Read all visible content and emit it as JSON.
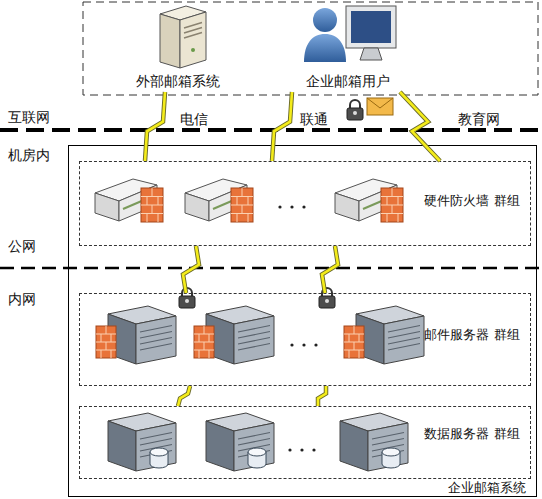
{
  "diagram": {
    "nodes": [
      {
        "text": [
          "外部邮箱系统"
        ]
      },
      {
        "text": [
          "企业邮箱用户"
        ]
      },
      {
        "text": [
          "企业邮箱系统"
        ]
      },
      {
        "text": [
          "硬件防火墙 群组"
        ],
        "in": 2
      },
      {
        "text": [
          "邮件服务器 群组"
        ],
        "in": 2
      },
      {
        "text": [
          "数据服务器 群组"
        ],
        "in": 2
      }
    ],
    "edges": [
      {
        "from": 0,
        "to": 3,
        "label": "电信",
        "arrow": "none"
      },
      {
        "from": 1,
        "to": 3,
        "label": "联通",
        "arrow": "none"
      },
      {
        "from": 1,
        "to": 3,
        "label": "教育网",
        "arrow": "none"
      },
      {
        "from": 3,
        "to": 4,
        "arrow": "none"
      },
      {
        "from": 3,
        "to": 4,
        "arrow": "none"
      },
      {
        "from": 4,
        "to": 5,
        "arrow": "none"
      },
      {
        "from": 4,
        "to": 5,
        "arrow": "none"
      }
    ],
    "labels": [
      "互联网",
      "机房内",
      "公网",
      "内网"
    ]
  }
}
